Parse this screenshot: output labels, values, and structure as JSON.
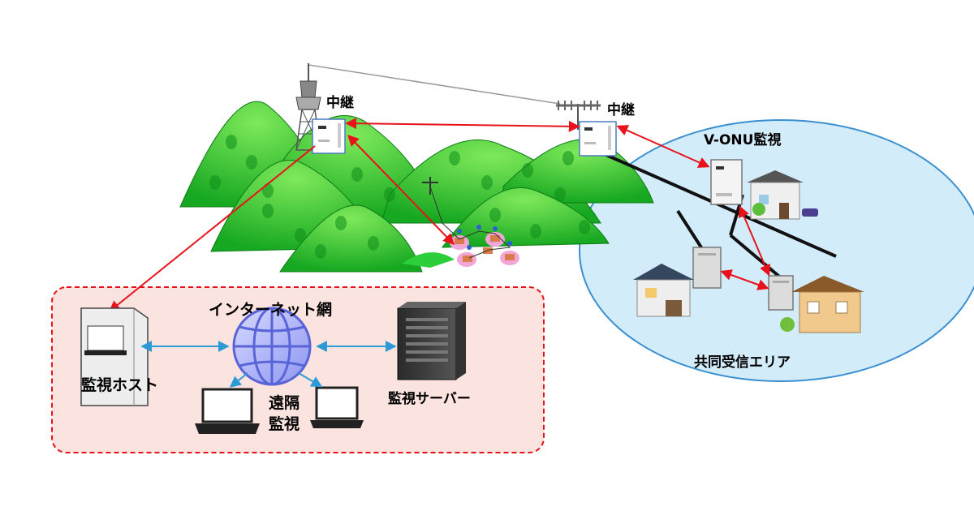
{
  "labels": {
    "relay_left": "中継",
    "relay_right": "中継",
    "vonu": "V-ONU監視",
    "area": "共同受信エリア",
    "internet": "インターネット網",
    "host": "監視ホスト",
    "remote_line1": "遠隔",
    "remote_line2": "監視",
    "server": "監視サーバー"
  },
  "colors": {
    "link_red": "#e8121b",
    "link_blue": "#2b9ad6",
    "cable_black": "#111111",
    "mountain_green": "#1fbf2a",
    "area_fill": "#d3ecfa",
    "area_stroke": "#3a8fd0",
    "box_fill": "#fbe3df",
    "box_stroke": "#e8121b"
  },
  "icons": [
    "radio-tower-icon",
    "antenna-icon",
    "onu-device-icon",
    "house-icon",
    "globe-icon",
    "server-icon",
    "laptop-icon",
    "host-pc-icon"
  ]
}
